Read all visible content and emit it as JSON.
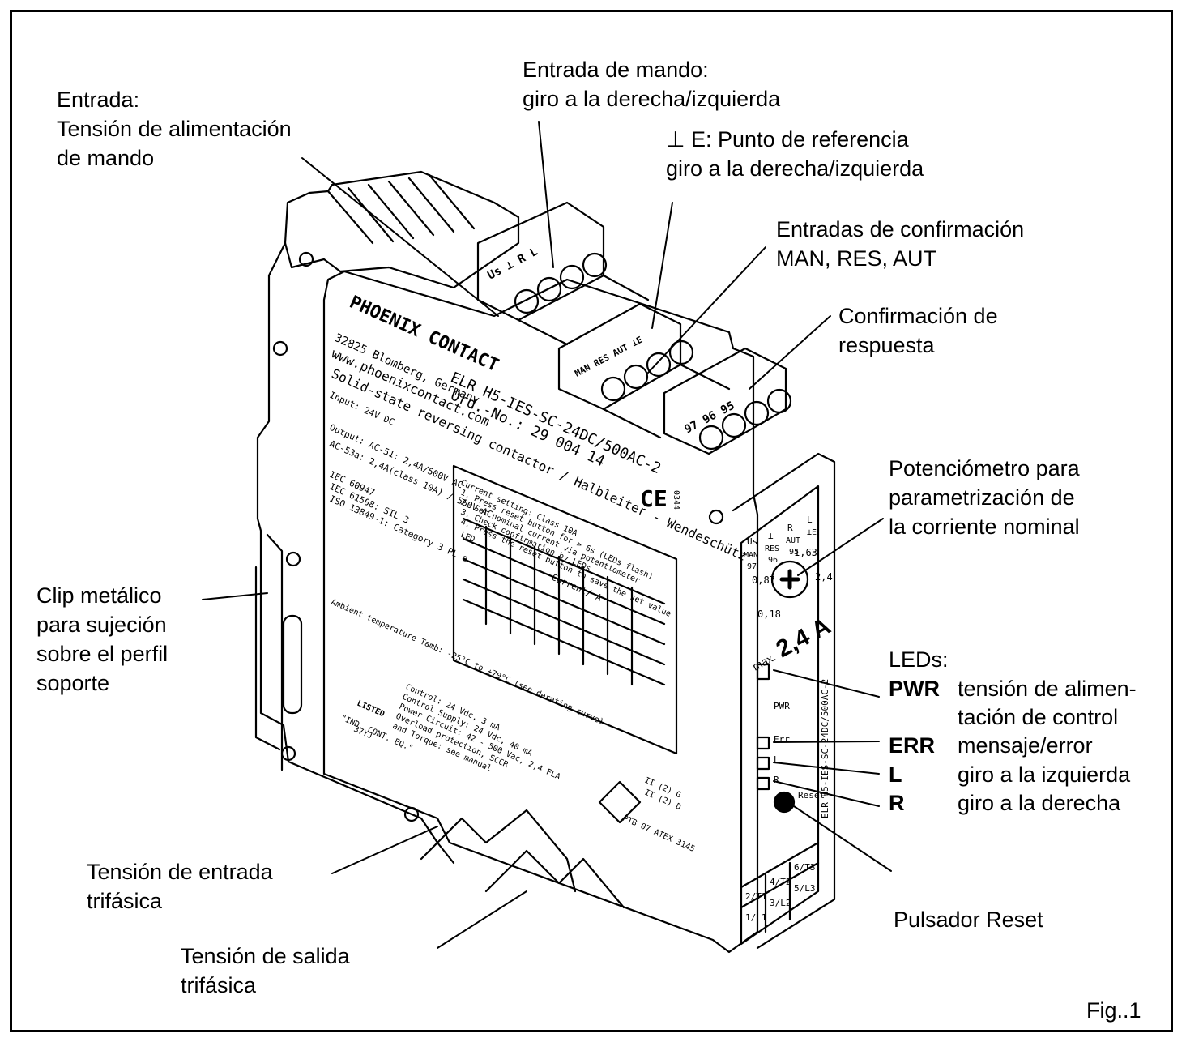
{
  "callouts": {
    "entrada_title": "Entrada:",
    "entrada_lines": [
      "Tensión de alimentación",
      "de mando"
    ],
    "entrada_mando_lines": [
      "Entrada de mando:",
      "giro a la derecha/izquierda"
    ],
    "referencia_lines": [
      "⊥ E: Punto de referencia",
      "giro a la derecha/izquierda"
    ],
    "confirmacion_lines": [
      "Entradas de confirmación",
      "MAN, RES, AUT"
    ],
    "respuesta_lines": [
      "Confirmación de",
      "respuesta"
    ],
    "potenciometro_lines": [
      "Potenciómetro para",
      "parametrización de",
      "la corriente nominal"
    ],
    "clip_lines": [
      "Clip metálico",
      "para sujeción",
      "sobre el perfil",
      "soporte"
    ],
    "entrada_trifasica_lines": [
      "Tensión de entrada",
      "trifásica"
    ],
    "salida_trifasica_lines": [
      "Tensión de salida",
      "trifásica"
    ],
    "reset_label": "Pulsador Reset",
    "figure_label": "Fig..1"
  },
  "leds": {
    "title": "LEDs:",
    "items": [
      {
        "key": "PWR",
        "desc": "tensión de alimen-"
      },
      {
        "key": "",
        "desc": "tación de control"
      },
      {
        "key": "ERR",
        "desc": "mensaje/error"
      },
      {
        "key": "L",
        "desc": "giro a la izquierda"
      },
      {
        "key": "R",
        "desc": "giro a la derecha"
      }
    ]
  },
  "device": {
    "brand": "PHOENIX CONTACT",
    "address": "32825 Blomberg, Germany",
    "web": "www.phoenixcontact.com",
    "type_code": "ELR H5-IES-SC-24DC/500AC-2",
    "order_no": "Ord.-No.: 29 004 14",
    "description": "Solid-state reversing contactor / Halbleiter - Wendeschütz",
    "input_spec": "Input: 24V DC",
    "output_spec": "Output: AC-51: 2,4A/500V AC",
    "class_spec": "AC-53a: 2,4A(class 10A) / 500V AC",
    "standards": [
      "IEC 60947",
      "IEC 61508: SIL 3",
      "ISO 13849-1: Category 3 PL e"
    ],
    "instructions": [
      "Current setting: Class 10A",
      "1. Press reset button for > 6s (LEDs flash)",
      "2. Set nominal current via potentiometer",
      "3. Check confirmation by LEDs",
      "4. Press the reset button to save the set value"
    ],
    "led_table_title": "LED",
    "current_label": "Current/ A",
    "ambient": "Ambient temperature Tamb: -25°C to +70°C (see derating curve)",
    "ul_text": [
      "Control: 24 Vdc, 3 mA",
      "Control Supply: 24 Vdc, 40 mA",
      "Power Circuit: 42 - 500 Vac, 2,4 FLA",
      "Overload protection, SCCR",
      "and Torque: see manual"
    ],
    "ul_listed": "LISTED",
    "ul_eq": "\"IND. CONT. EQ.\"",
    "ul_code": "37YJ",
    "atex": [
      "II (2) G",
      "II (2) D",
      "PTB 07 ATEX 3145"
    ],
    "ce_mark": "CE",
    "ce_number": "0344",
    "top_terminals_1": "Us ⊥ R L",
    "top_terminals_2": "MAN RES AUT ⊥E",
    "top_terminals_3": "97 96 95",
    "front_grid": [
      [
        "Us",
        "⊥",
        "R",
        "L"
      ],
      [
        "MAN",
        "RES",
        "AUT",
        "⊥E"
      ],
      [
        "97",
        "96",
        "95",
        ""
      ]
    ],
    "pot_scale": [
      "0,18",
      "0,87",
      "1,63",
      "2,4"
    ],
    "max_prefix": "max.",
    "max_current": "2,4 A",
    "front_leds": [
      "PWR",
      "Err",
      "L",
      "R",
      "Reset"
    ],
    "side_type": "ELR H5-IES-SC-24DC/500AC-2",
    "bottom_terminals": [
      [
        "2/T1",
        "4/T2",
        "6/T3"
      ],
      [
        "1/L1",
        "3/L2",
        "5/L3"
      ]
    ]
  }
}
